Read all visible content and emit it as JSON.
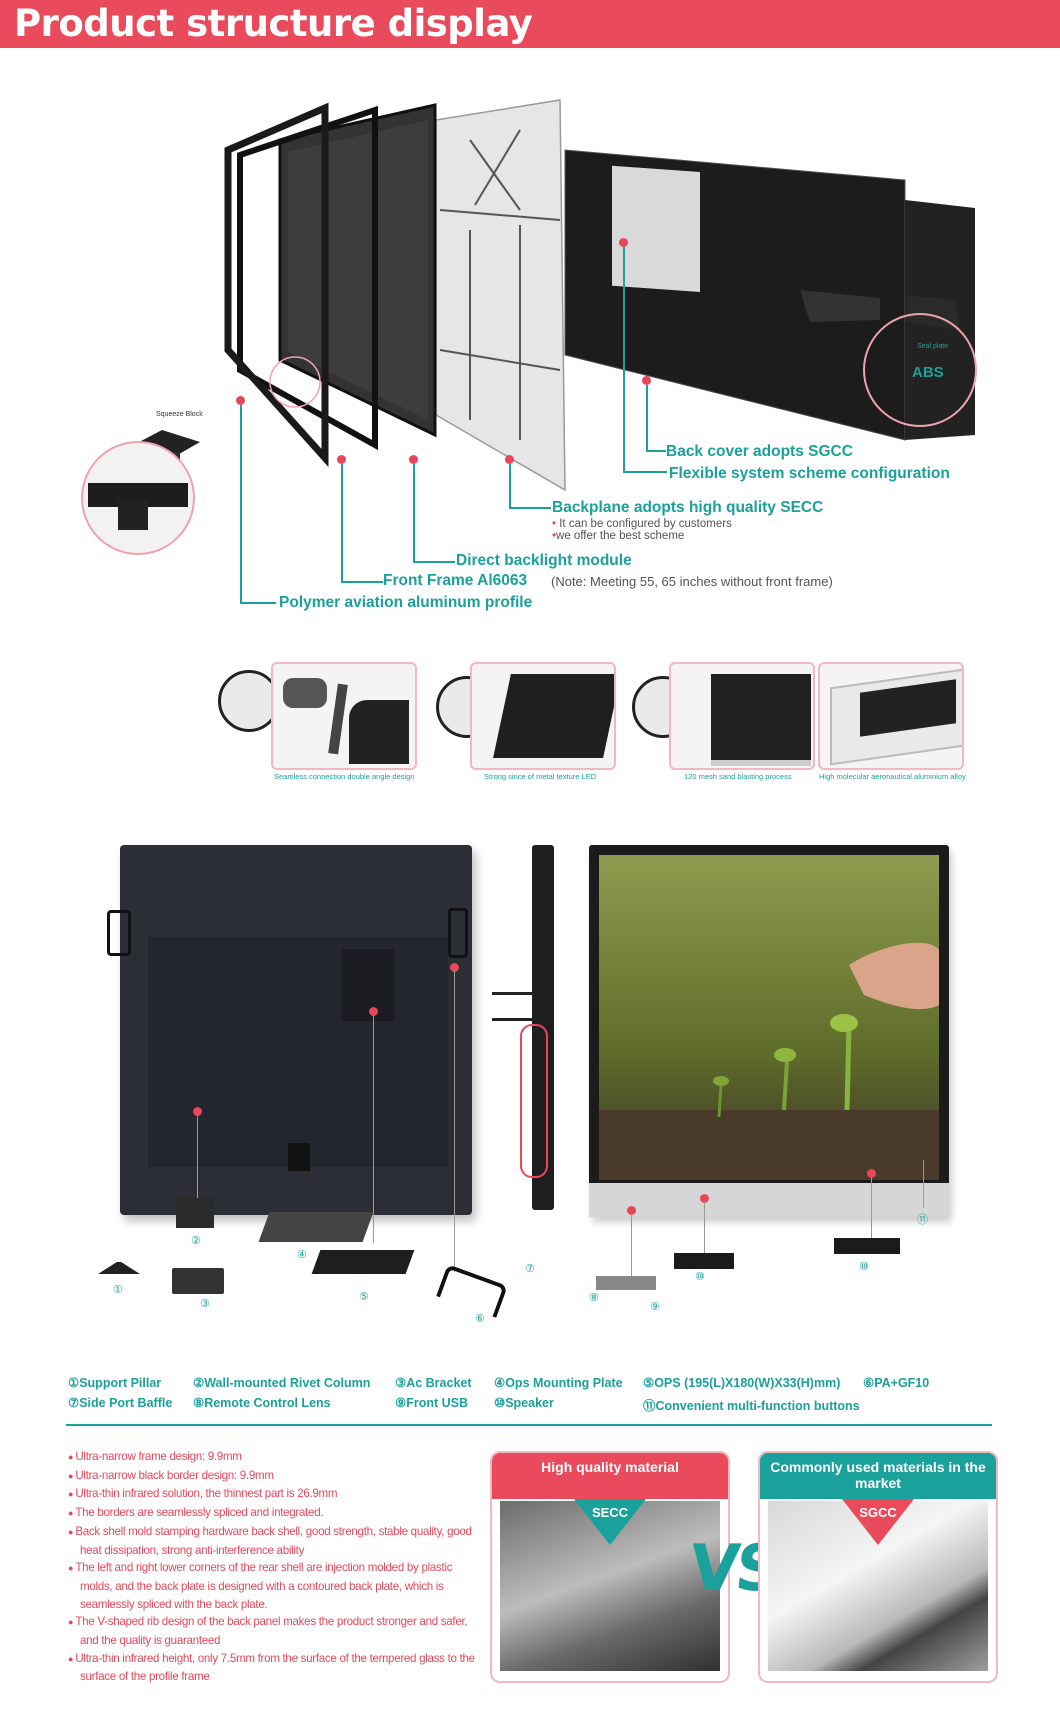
{
  "header": {
    "title": "Product structure display"
  },
  "exploded": {
    "squeeze_block": "Squeeze Block",
    "seal_plate": "Seal plate",
    "abs": "ABS",
    "back_cover": "Back cover adopts SGCC",
    "flexible": "Flexible system scheme configuration",
    "backplane": "Backplane adopts high quality SECC",
    "backplane_note1": "It can be configured by customers",
    "backplane_note2": "we offer the best scheme",
    "backlight": "Direct backlight module",
    "front_frame": "Front Frame Al6063",
    "front_frame_note": "(Note: Meeting 55, 65 inches without front frame)",
    "polymer": "Polymer aviation aluminum profile"
  },
  "details": {
    "cap1": "Seamless connection double angle design",
    "cap2": "Strong since of metal texture LED",
    "cap3": "120 mesh sand blasting process",
    "cap4": "High molecular aeronautical aluminium alloy"
  },
  "callout_numbers": [
    "①",
    "②",
    "③",
    "④",
    "⑤",
    "⑥",
    "⑦",
    "⑧",
    "⑨",
    "⑩",
    "⑩",
    "⑪"
  ],
  "legend": {
    "row1": [
      "①Support Pillar",
      "②Wall-mounted Rivet Column",
      "③Ac Bracket",
      "④Ops Mounting Plate",
      "⑤OPS (195(L)X180(W)X33(H)mm)",
      "⑥PA+GF10"
    ],
    "row2": [
      "⑦Side Port Baffle",
      "⑧Remote Control Lens",
      "⑨Front USB",
      "⑩Speaker",
      "⑪Convenient multi-function buttons"
    ]
  },
  "bullets": [
    "Ultra-narrow frame design: 9.9mm",
    "Ultra-narrow black border design: 9.9mm",
    "Ultra-thin infrared solution, the thinnest part is 26.9mm",
    "The borders are seamlessly spliced and integrated.",
    "Back shell mold stamping hardware back shell, good strength, stable quality, good heat dissipation, strong anti-interference ability",
    "The left and right lower corners of the rear shell are injection molded by plastic molds, and the back plate is designed with a contoured back plate, which is seamlessly spliced with the back plate.",
    "The V-shaped rib design of the back panel makes the product stronger and safer, and the quality is guaranteed",
    "Ultra-thin infrared height, only 7.5mm from the surface of the tempered glass to the surface of the profile frame"
  ],
  "compare": {
    "left_title": "High quality material",
    "left_tag": "SECC",
    "vs": "VS",
    "right_title": "Commonly used materials in the market",
    "right_tag": "SGCC"
  }
}
